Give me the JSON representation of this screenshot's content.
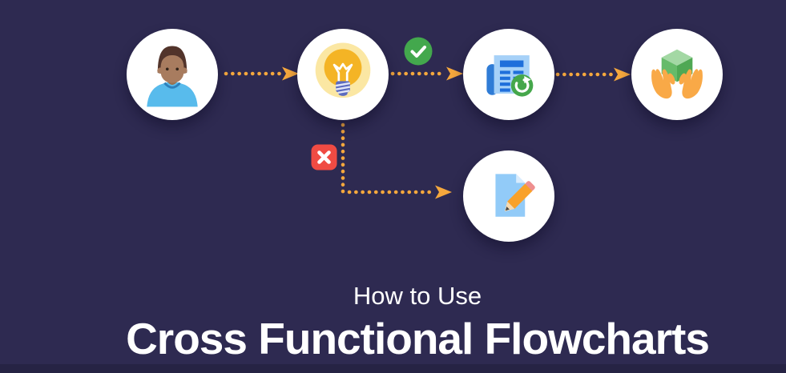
{
  "background_color": "#2e2a51",
  "accent_color": "#f6a83d",
  "title": {
    "eyebrow": "How to Use",
    "main": "Cross Functional Flowcharts"
  },
  "flow": {
    "nodes": [
      {
        "icon": "person-icon"
      },
      {
        "icon": "lightbulb-icon"
      },
      {
        "icon": "report-refresh-icon"
      },
      {
        "icon": "hands-holding-cube-icon"
      },
      {
        "icon": "document-pencil-icon"
      }
    ],
    "badges": [
      {
        "icon": "check-icon",
        "color": "#43a84d"
      },
      {
        "icon": "x-icon",
        "color": "#f04b43"
      }
    ],
    "connector_style": "orange-dotted-arrows"
  }
}
